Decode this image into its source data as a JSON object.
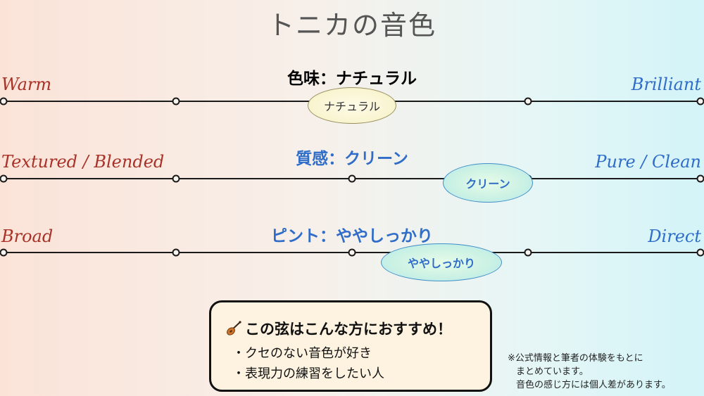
{
  "title": "トニカの音色",
  "scales": [
    {
      "heading": "色味：ナチュラル",
      "heading_color": "#111111",
      "left_label": "Warm",
      "right_label": "Brilliant",
      "bubble_text": "ナチュラル",
      "bubble_value": 0.5
    },
    {
      "heading": "質感：クリーン",
      "heading_color": "#2f6dc8",
      "left_label": "Textured / Blended",
      "right_label": "Pure / Clean",
      "bubble_text": "クリーン",
      "bubble_value": 0.69
    },
    {
      "heading": "ピント：ややしっかり",
      "heading_color": "#2f6dc8",
      "left_label": "Broad",
      "right_label": "Direct",
      "bubble_text": "ややしっかり",
      "bubble_value": 0.63
    }
  ],
  "recommend": {
    "icon": "violin-icon",
    "title": "この弦はこんな方におすすめ！",
    "items": [
      "・クセのない音色が好き",
      "・表現力の練習をしたい人"
    ]
  },
  "note": {
    "line1": "※公式情報と筆者の体験をもとに",
    "line2": "まとめています。",
    "line3": "音色の感じ方には個人差があります。"
  }
}
